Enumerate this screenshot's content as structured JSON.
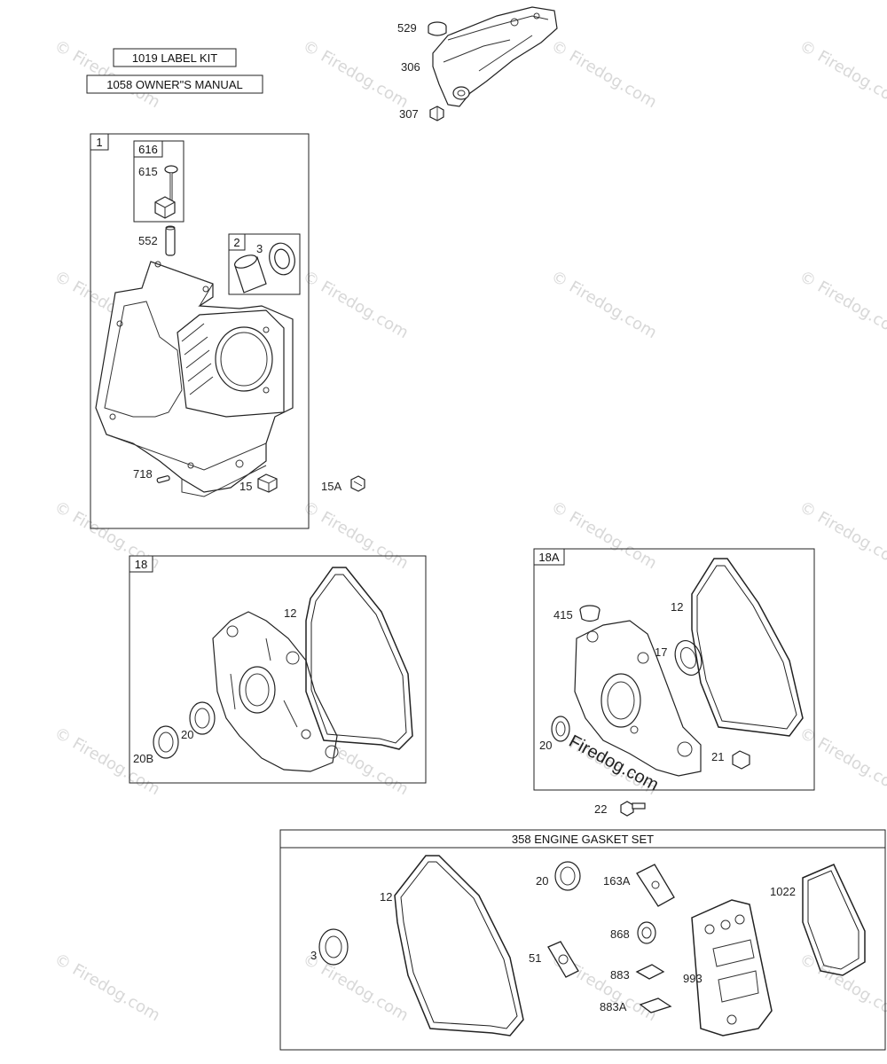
{
  "watermark": "© Firedog.com",
  "kits": {
    "label_kit": "1019 LABEL KIT",
    "owners_manual": "1058 OWNER\"S MANUAL"
  },
  "top_parts": {
    "p529": "529",
    "p306": "306",
    "p307": "307"
  },
  "group1": {
    "box": "1",
    "sub616": "616",
    "p615": "615",
    "p552": "552",
    "sub2": "2",
    "p3": "3",
    "p718": "718",
    "p15": "15",
    "p15A": "15A"
  },
  "group18": {
    "box": "18",
    "p12": "12",
    "p20": "20",
    "p20B": "20B"
  },
  "group18A": {
    "box": "18A",
    "p415": "415",
    "p12": "12",
    "p17": "17",
    "p20": "20",
    "p21": "21",
    "p22": "22",
    "stamp": "Firedog.com"
  },
  "gasket_set": {
    "title": "358 ENGINE GASKET SET",
    "p12": "12",
    "p3": "3",
    "p20": "20",
    "p163A": "163A",
    "p868": "868",
    "p51": "51",
    "p883": "883",
    "p883A": "883A",
    "p993": "993",
    "p1022": "1022"
  }
}
